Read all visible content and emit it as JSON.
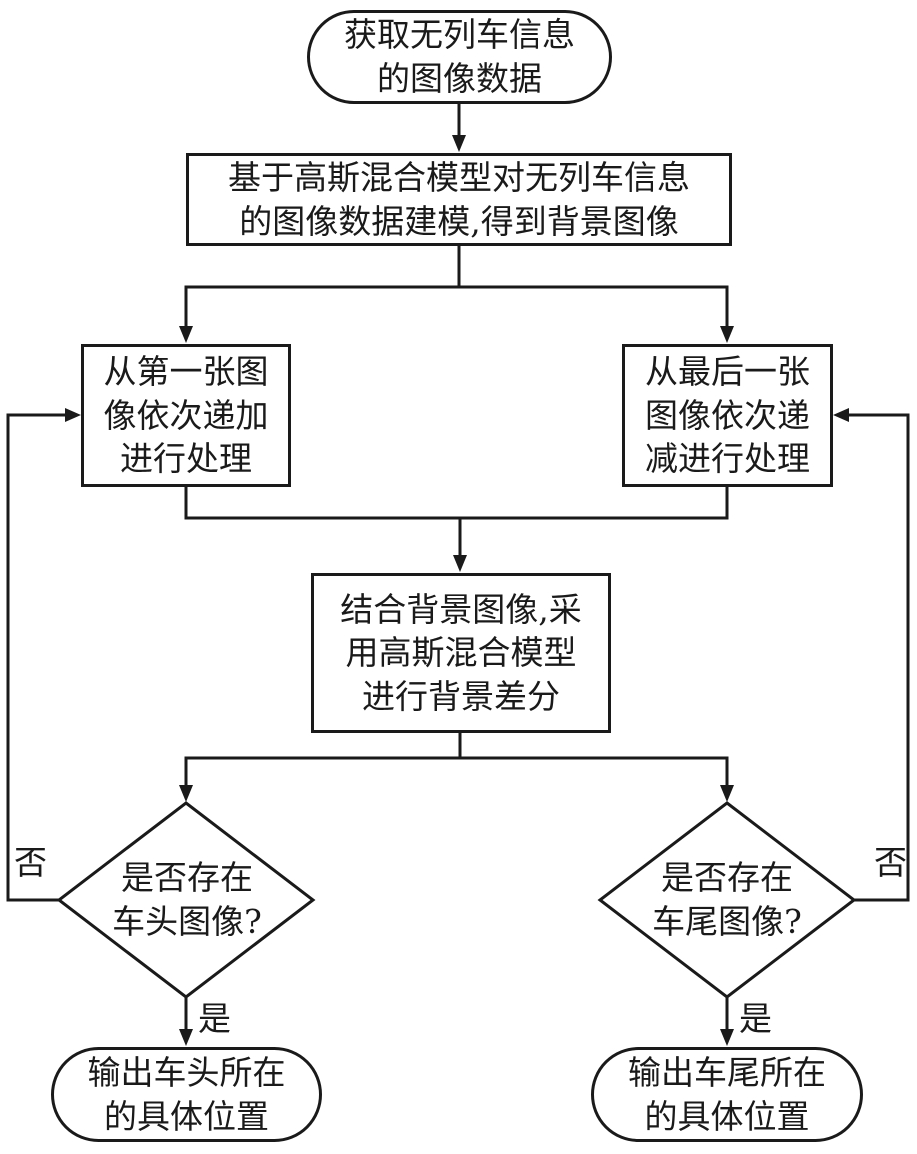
{
  "page": {
    "background": "#ffffff",
    "stroke_color": "#1a1a1a",
    "type": "flowchart"
  },
  "nodes": {
    "start": "获取无列车信息\n的图像数据",
    "model": "基于高斯混合模型对无列车信息\n的图像数据建模,得到背景图像",
    "process_left": "从第一张图\n像依次递加\n进行处理",
    "process_right": "从最后一张\n图像依次递\n减进行处理",
    "diff": "结合背景图像,采\n用高斯混合模型\n进行背景差分",
    "decision_left": "是否存在\n车头图像?",
    "decision_right": "是否存在\n车尾图像?",
    "output_left": "输出车头所在\n的具体位置",
    "output_right": "输出车尾所在\n的具体位置"
  },
  "edge_labels": {
    "no_left": "否",
    "no_right": "否",
    "yes_left": "是",
    "yes_right": "是"
  }
}
